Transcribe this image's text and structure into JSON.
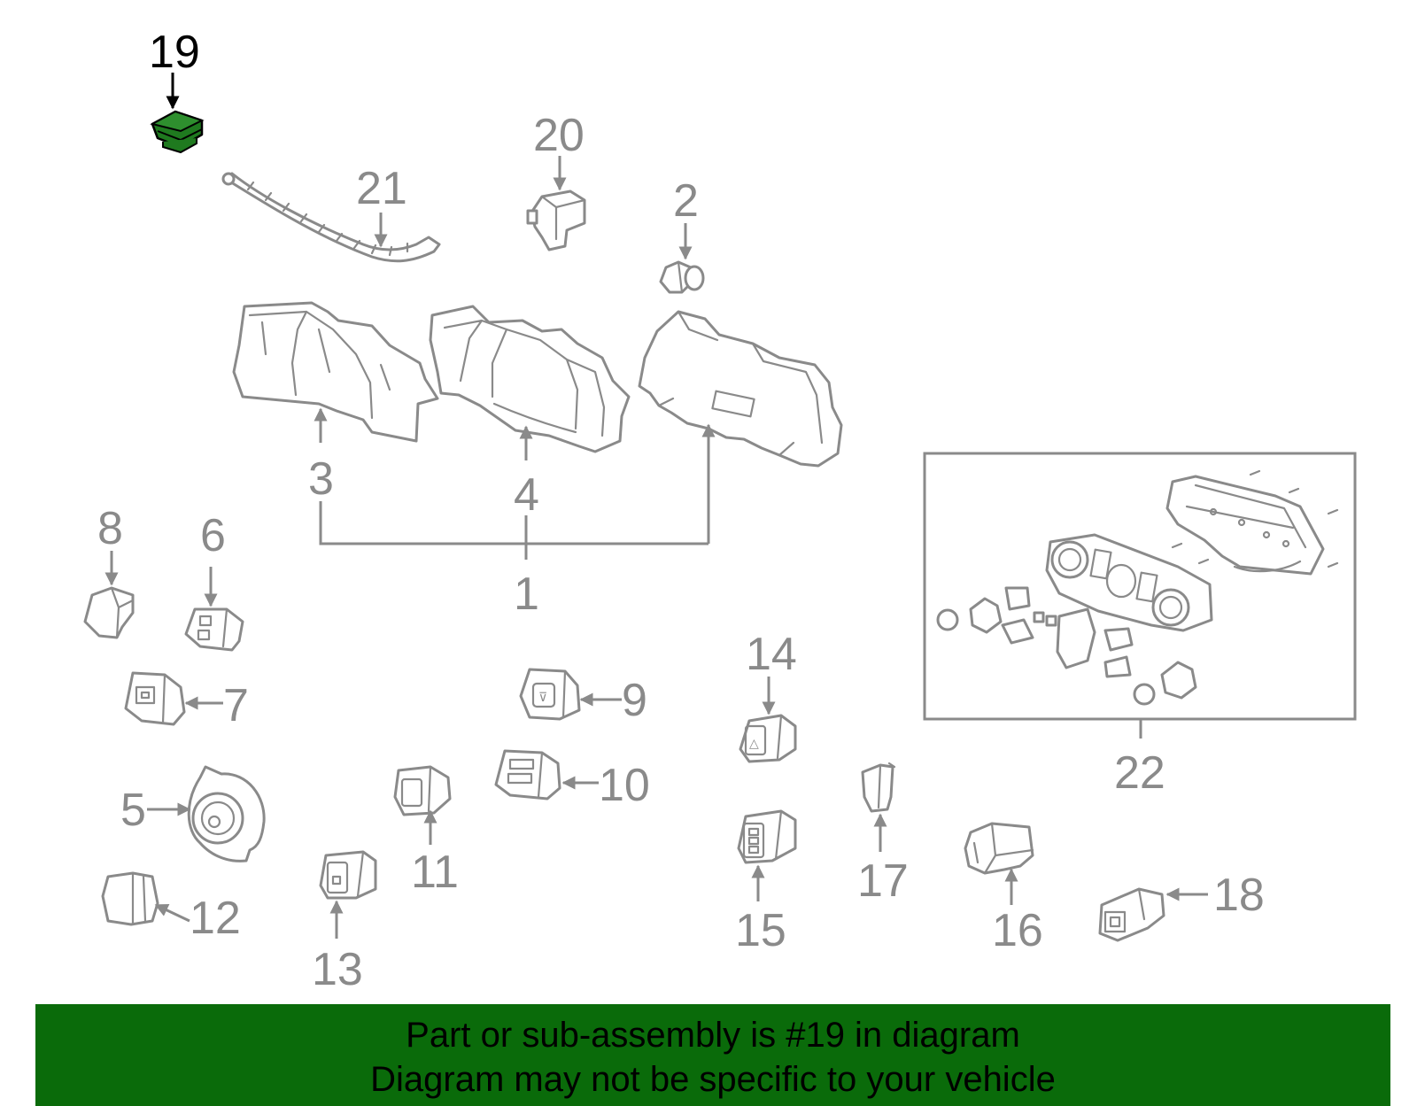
{
  "callouts": {
    "c1": "1",
    "c2": "2",
    "c3": "3",
    "c4": "4",
    "c5": "5",
    "c6": "6",
    "c7": "7",
    "c8": "8",
    "c9": "9",
    "c10": "10",
    "c11": "11",
    "c12": "12",
    "c13": "13",
    "c14": "14",
    "c15": "15",
    "c16": "16",
    "c17": "17",
    "c18": "18",
    "c19": "19",
    "c20": "20",
    "c21": "21",
    "c22": "22"
  },
  "highlight": {
    "part": "19",
    "color": "#1f7a1f"
  },
  "banner": {
    "line1": "Part or sub-assembly is #19 in diagram",
    "line2": "Diagram may not be specific to your vehicle",
    "color": "#0a6b0a"
  }
}
